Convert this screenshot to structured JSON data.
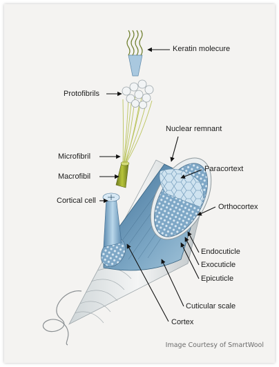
{
  "diagram": {
    "labels": {
      "keratin": "Keratin molecure",
      "protofibrils": "Protofibrils",
      "nuclear_remnant": "Nuclear remnant",
      "paracortex": "Paracortext",
      "microfibril": "Microfibril",
      "macrofibril": "Macrofibil",
      "orthocortex": "Orthocortex",
      "cortical_cell": "Cortical cell",
      "endocuticle": "Endocuticle",
      "exocuticle": "Exocuticle",
      "epicuticle": "Epicuticle",
      "cuticular_scale": "Cuticular scale",
      "cortex": "Cortex"
    },
    "credit": "Image Courtesy of SmartWool"
  }
}
